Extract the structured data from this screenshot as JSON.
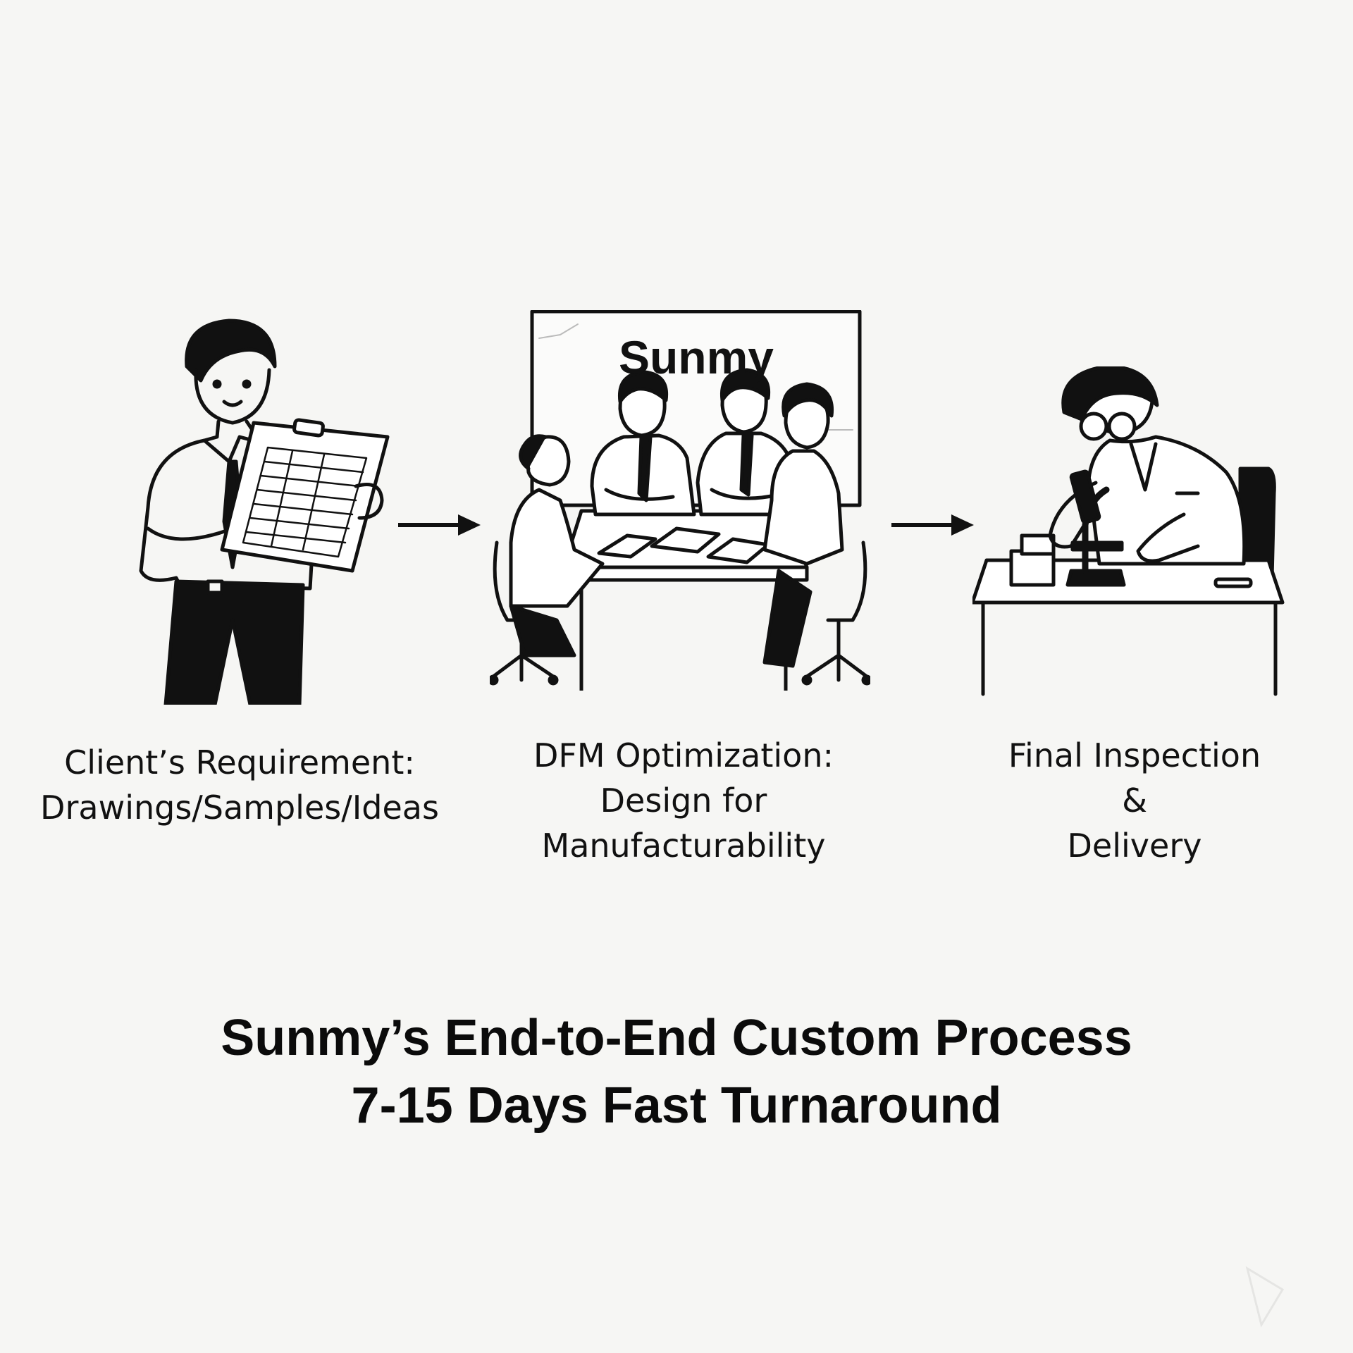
{
  "steps": [
    {
      "icon": "client-with-clipboard",
      "caption_lines": [
        "Client’s Requirement:",
        "Drawings/Samples/Ideas"
      ]
    },
    {
      "icon": "team-meeting",
      "board_logo": "Sunmy",
      "caption_lines": [
        "DFM Optimization:",
        "Design for",
        "Manufacturability"
      ]
    },
    {
      "icon": "inspector-with-microscope",
      "caption_lines": [
        "Final Inspection",
        "&",
        "Delivery"
      ]
    }
  ],
  "title": {
    "line1": "Sunmy’s End-to-End Custom Process",
    "line2": "7-15 Days Fast Turnaround"
  },
  "colors": {
    "ink": "#111111",
    "background": "#f6f6f4"
  }
}
